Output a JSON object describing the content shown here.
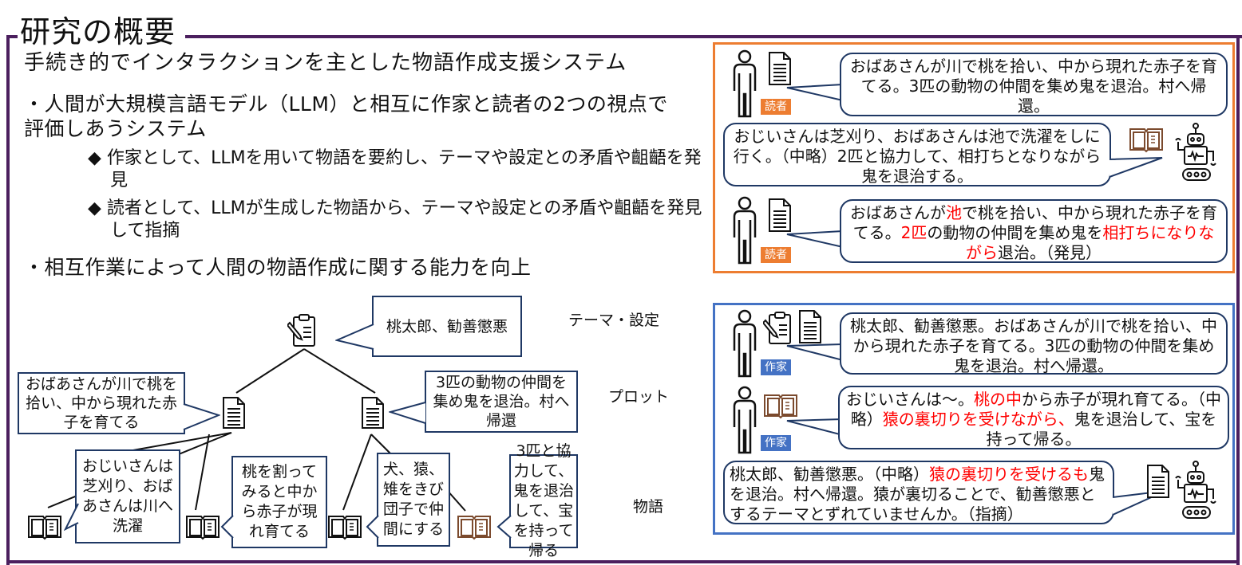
{
  "title": "研究の概要",
  "subtitle": "手続き的でインタラクションを主とした物語作成支援システム",
  "bullets": {
    "b1": "・人間が大規模言語モデル（LLM）と相互に作家と読者の2つの視点で評価しあうシステム",
    "sub1": "◆ 作家として、LLMを用いて物語を要約し、テーマや設定との矛盾や齟齬を発見",
    "sub2": "◆ 読者として、LLMが生成した物語から、テーマや設定との矛盾や齟齬を発見して指摘",
    "b2": "・相互作業によって人間の物語作成に関する能力を向上"
  },
  "tree": {
    "levels": {
      "theme": "テーマ・設定",
      "plot": "プロット",
      "story": "物語"
    },
    "theme_callout": "桃太郎、勧善懲悪",
    "plot_left": "おばあさんが川で桃を拾い、中から現れた赤子を育てる",
    "plot_right": "3匹の動物の仲間を集め鬼を退治。村へ帰還",
    "stories": [
      "おじいさんは芝刈り、おばあさんは川へ洗濯",
      "桃を割ってみると中から赤子が現れ育てる",
      "犬、猿、雉をきび団子で仲間にする",
      "3匹と協力して、鬼を退治して、宝を持って帰る"
    ],
    "icons": {
      "theme": "clipboard-pencil-icon",
      "plot": "document-icon",
      "story": "open-book-icon"
    }
  },
  "reader_panel": {
    "accent": "#ed7d31",
    "role_label": "読者",
    "bubble1": "おばあさんが川で桃を拾い、中から現れた赤子を育てる。3匹の動物の仲間を集め鬼を退治。村へ帰還。",
    "bubble2": "おじいさんは芝刈り、おばあさんは池で洗濯をしに行く。（中略）2匹と協力して、相打ちとなりながら鬼を退治する。",
    "bubble3": {
      "p1": "おばあさんが",
      "r1": "池",
      "p2": "で桃を拾い、中から現れた赤子を育てる。",
      "r2": "2匹",
      "p3": "の動物の仲間を集め鬼を",
      "r3": "相打ちになりながら",
      "p4": "退治。（発見）"
    }
  },
  "writer_panel": {
    "accent": "#4472c4",
    "role_label": "作家",
    "bubble1": "桃太郎、勧善懲悪。おばあさんが川で桃を拾い、中から現れた赤子を育てる。3匹の動物の仲間を集め鬼を退治。村へ帰還。",
    "bubble2": {
      "p1": "おじいさんは～。",
      "r1": "桃の中",
      "p2": "から赤子が現れ育てる。（中略）",
      "r2": "猿の裏切りを受けながら、",
      "p3": "鬼を退治して、宝を持って帰る。"
    },
    "bubble3": {
      "p1": "桃太郎、勧善懲悪。（中略）",
      "r1": "猿の裏切りを受けるも",
      "p2": "鬼を退治。村へ帰還。猿が裏切ることで、勧善懲悪とするテーマとずれていませんか。（指摘）"
    }
  },
  "colors": {
    "frame": "#4b1f5e",
    "callout_border": "#1f3864",
    "highlight": "#ff0000",
    "book_brown": "#7b4a2d"
  }
}
